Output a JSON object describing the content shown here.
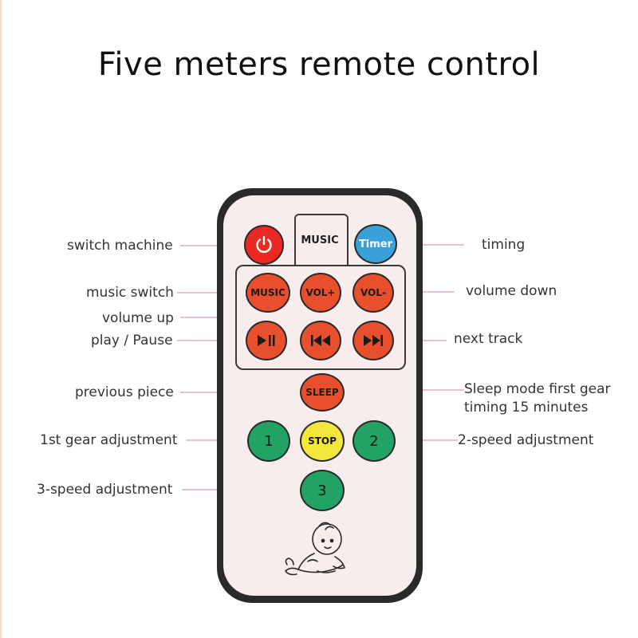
{
  "title": "Five meters remote control",
  "remote": {
    "music_label": "MUSIC",
    "buttons": {
      "power": {
        "icon": "power-icon"
      },
      "timer": {
        "label": "Timer"
      },
      "music": {
        "label": "MUSIC"
      },
      "vol_up": {
        "label": "VOL+"
      },
      "vol_down": {
        "label": "VOL-"
      },
      "play_pause": {
        "icon": "play-pause-icon"
      },
      "previous": {
        "icon": "previous-track-icon"
      },
      "next": {
        "icon": "next-track-icon"
      },
      "sleep": {
        "label": "SLEEP"
      },
      "gear1": {
        "label": "1"
      },
      "stop": {
        "label": "STOP"
      },
      "gear2": {
        "label": "2"
      },
      "gear3": {
        "label": "3"
      }
    },
    "colors": {
      "body": "#2a2a2a",
      "face": "#f8eded",
      "red": "#e8502d",
      "power": "#ea2a22",
      "blue": "#3aa0d8",
      "green": "#23a265",
      "yellow": "#f4e63a"
    }
  },
  "callouts": {
    "switch_machine": "switch machine",
    "music_switch": "music switch",
    "volume_up": "volume up",
    "play_pause": "play / Pause",
    "previous_piece": "previous piece",
    "gear1": "1st gear adjustment",
    "speed3": "3-speed adjustment",
    "timing": "timing",
    "volume_down": "volume down",
    "next_track": "next track",
    "sleep_line1": "Sleep mode first gear",
    "sleep_line2": "timing 15 minutes",
    "speed2": "2-speed adjustment"
  }
}
